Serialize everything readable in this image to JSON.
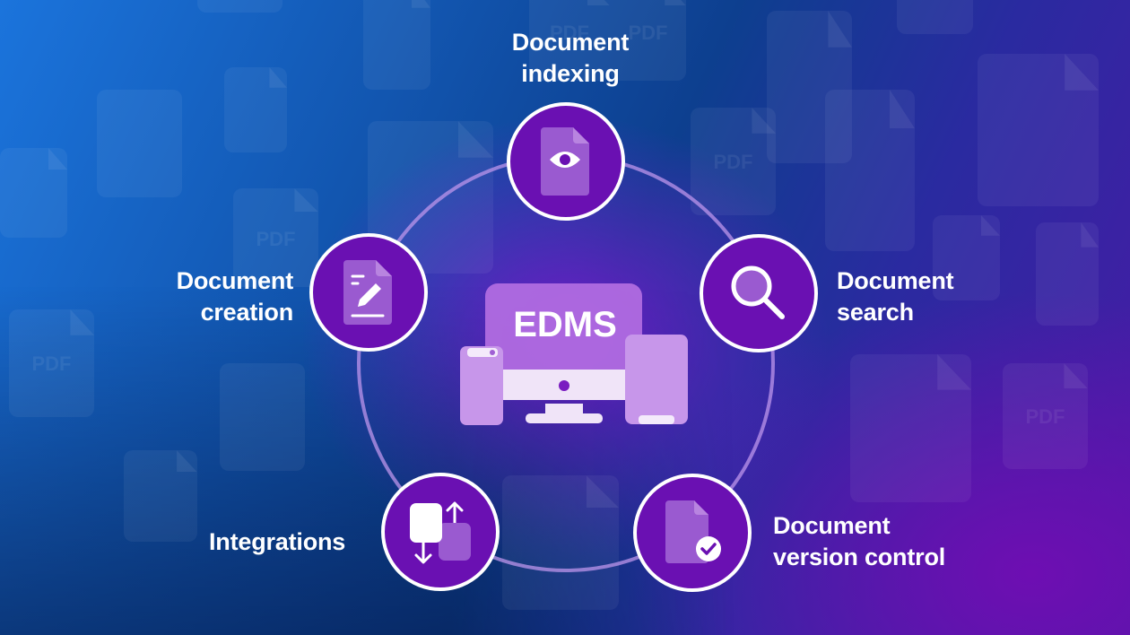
{
  "center": {
    "title": "EDMS"
  },
  "features": [
    {
      "id": "indexing",
      "label_line1": "Document",
      "label_line2": "indexing",
      "icon": "document-eye-icon"
    },
    {
      "id": "search",
      "label_line1": "Document",
      "label_line2": "search",
      "icon": "magnifier-icon"
    },
    {
      "id": "version-control",
      "label_line1": "Document",
      "label_line2": "version control",
      "icon": "document-check-icon"
    },
    {
      "id": "integrations",
      "label_line1": "Integrations",
      "label_line2": "",
      "icon": "integration-arrows-icon"
    },
    {
      "id": "creation",
      "label_line1": "Document",
      "label_line2": "creation",
      "icon": "document-pen-icon"
    }
  ],
  "background_file_labels": [
    "PDF",
    "PDF",
    "PDF",
    "PDF",
    "PDF",
    "PDF"
  ],
  "colors": {
    "node_fill": "#6a10b2",
    "node_border": "#ffffff",
    "ring": "#be96eb",
    "bg_top_left": "#1b74dc",
    "bg_bottom_left": "#062a5e",
    "bg_bottom_right": "#6e0eb2"
  }
}
